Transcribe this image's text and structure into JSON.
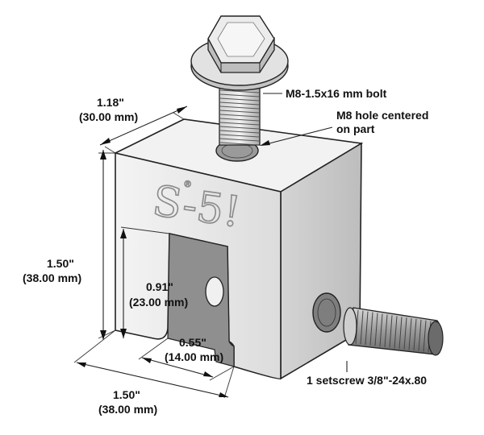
{
  "logo": {
    "text": "S-5!",
    "reg": "®"
  },
  "labels": {
    "depth_in": "1.18\"",
    "depth_mm": "(30.00 mm)",
    "bolt": "M8-1.5x16 mm bolt",
    "hole_line1": "M8 hole centered",
    "hole_line2": "on part",
    "height_in": "1.50\"",
    "height_mm": "(38.00 mm)",
    "slot_h_in": "0.91\"",
    "slot_h_mm": "(23.00 mm)",
    "slot_w_in": "0.55\"",
    "slot_w_mm": "(14.00 mm)",
    "width_in": "1.50\"",
    "width_mm": "(38.00 mm)",
    "setscrew": "1 setscrew 3/8\"-24x.80"
  },
  "colors": {
    "front_face": "#e6e6e6",
    "top_face": "#f3f3f3",
    "side_face": "#c9c9c9",
    "slot_interior": "#8f8f8f",
    "outline": "#222222"
  }
}
